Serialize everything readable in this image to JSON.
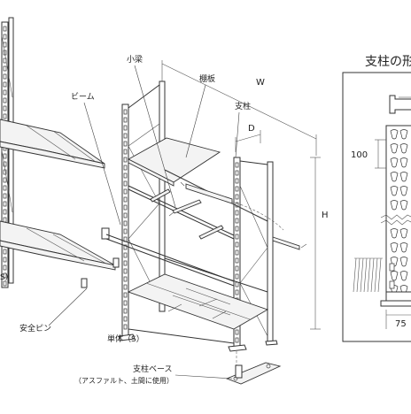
{
  "labels": {
    "koryo": "小梁",
    "tanaita": "棚板",
    "beam": "ビーム",
    "shichu": "支柱",
    "anzen_pin": "安全ピン",
    "tantai": "単体（S）",
    "shichu_base": "支柱ベース",
    "shichu_base_note": "（アスファルト、土間に使用）",
    "left_s": "S）",
    "right_title": "支柱の形"
  },
  "dimensions": {
    "width": "W",
    "depth": "D",
    "height": "H",
    "pitch": "100",
    "post_width": "75"
  }
}
